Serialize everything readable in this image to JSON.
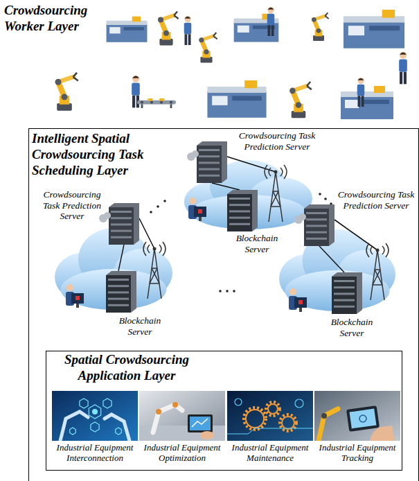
{
  "diagram": {
    "nodes": [
      {
        "text": [
          "Intelligent Spatial Crowdsourcing Task Scheduling Layer"
        ]
      },
      {
        "text": [
          "Crowdsourcing Task Prediction Server",
          "Blockchain Server"
        ],
        "in": 0
      },
      {
        "text": [
          "Crowdsourcing Task Prediction Server",
          "Blockchain Server"
        ],
        "in": 0
      },
      {
        "text": [
          "Crowdsourcing Task Prediction Server",
          "Blockchain Server"
        ],
        "in": 0
      },
      {
        "text": [
          "Spatial Crowdsourcing Application Layer"
        ],
        "in": 0
      },
      {
        "text": [
          "Industrial Equipment Interconnection"
        ],
        "in": 4
      },
      {
        "text": [
          "Industrial Equipment Optimization"
        ],
        "in": 4
      },
      {
        "text": [
          "Industrial Equipment Maintenance"
        ],
        "in": 4
      },
      {
        "text": [
          "Industrial Equipment Tracking"
        ],
        "in": 4
      }
    ],
    "labels": [
      "Crowdsourcing Worker Layer"
    ]
  }
}
